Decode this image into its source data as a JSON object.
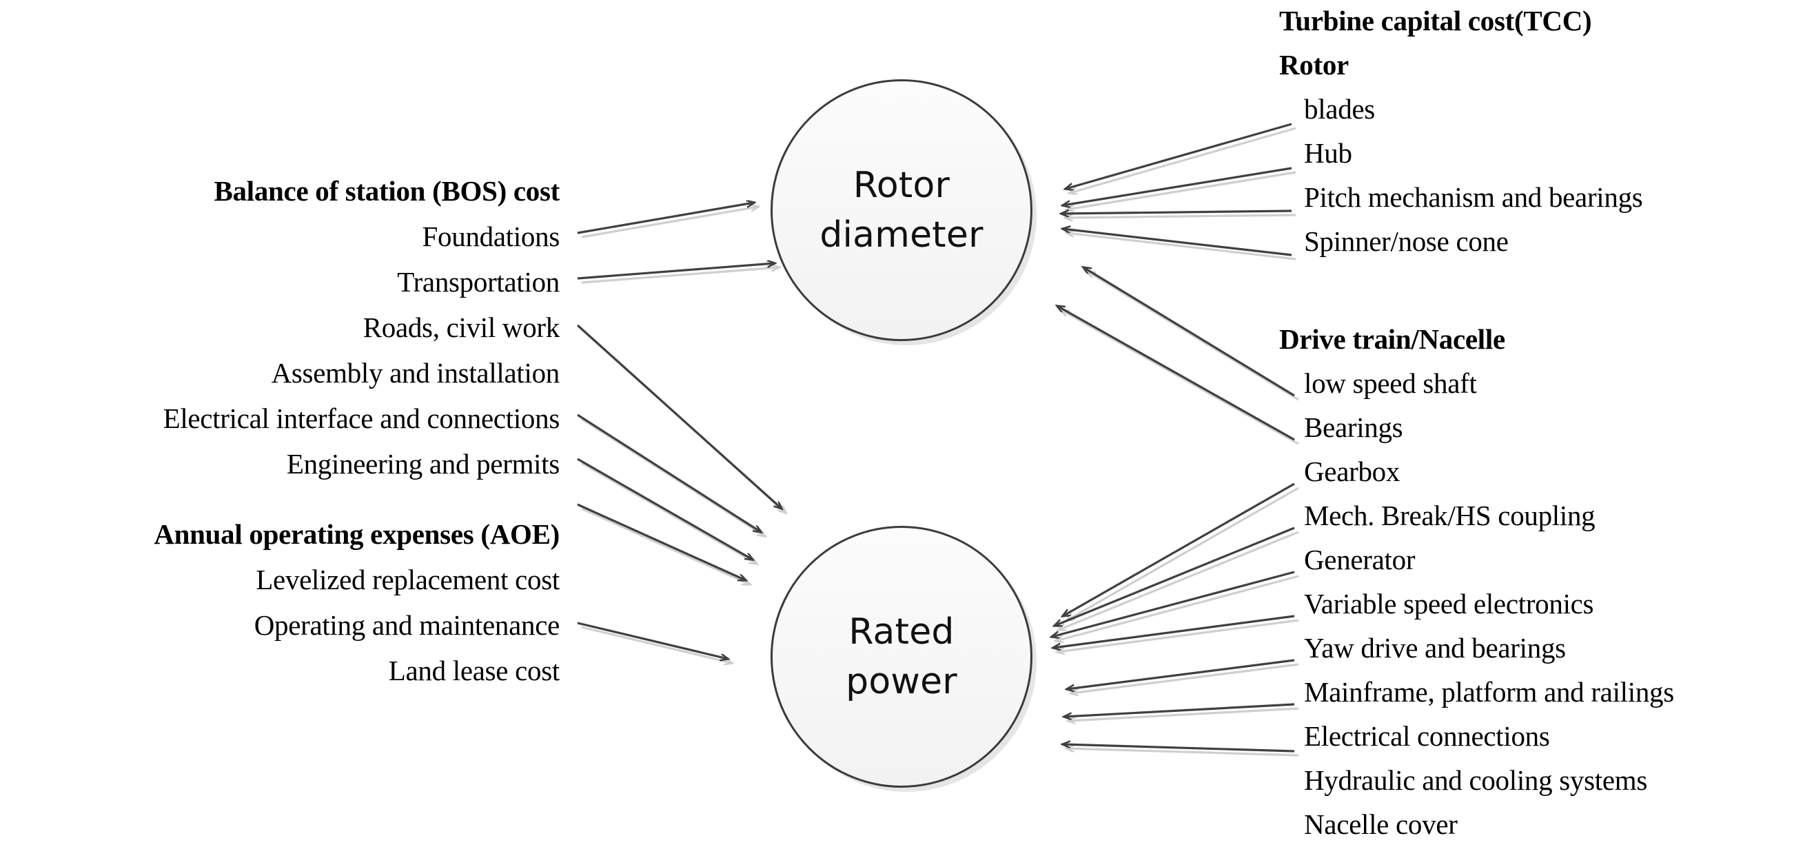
{
  "diagram": {
    "title_hidden": "",
    "accent_colors": {
      "arrow": "#404040",
      "arrow_shadow": "#cfcfcf",
      "node_fill_top": "#fcfcfc",
      "node_fill_bottom": "#f2f2f2",
      "node_border": "#3b3b3b",
      "text": "#000000"
    }
  },
  "nodes": {
    "rotor_diameter": {
      "label": "Rotor\ndiameter"
    },
    "rated_power": {
      "label": "Rated\npower"
    }
  },
  "left_groups": [
    {
      "heading": "Balance of station (BOS) cost",
      "items": [
        "Foundations",
        "Transportation",
        "Roads, civil work",
        "Assembly and installation",
        "Electrical interface and connections",
        "Engineering and permits"
      ]
    },
    {
      "heading": "Annual operating expenses (AOE)",
      "items": [
        "Levelized replacement cost",
        "Operating and maintenance",
        "Land lease cost"
      ]
    }
  ],
  "right_title": "Turbine capital cost(TCC)",
  "right_groups": [
    {
      "heading": "Rotor",
      "items": [
        "blades",
        "Hub",
        "Pitch mechanism and bearings",
        "Spinner/nose cone"
      ]
    },
    {
      "heading": "Drive train/Nacelle",
      "items": [
        "low speed shaft",
        "Bearings",
        "Gearbox",
        "Mech. Break/HS coupling",
        "Generator",
        "Variable speed electronics",
        "Yaw drive and bearings",
        "Mainframe, platform and railings",
        "Electrical connections",
        "Hydraulic and cooling systems",
        "Nacelle cover"
      ]
    }
  ]
}
